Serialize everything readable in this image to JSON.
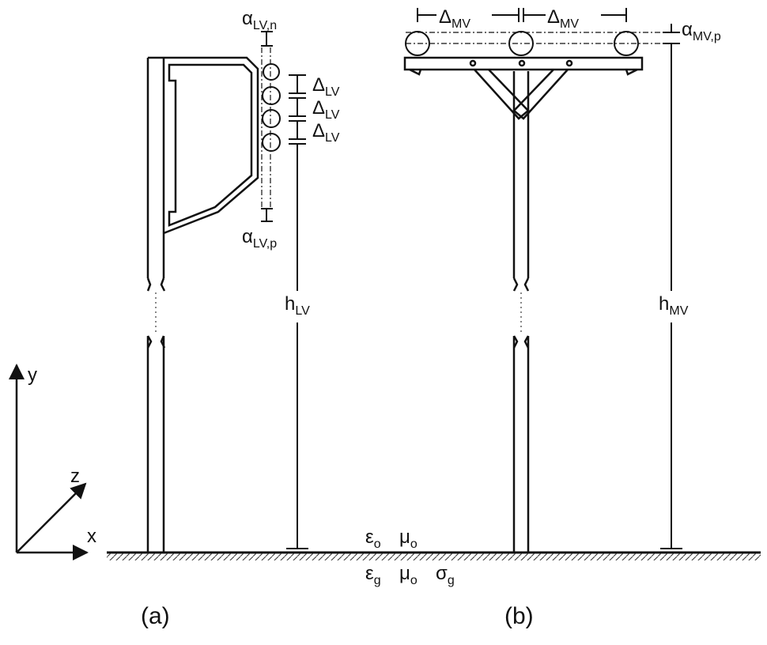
{
  "labels": {
    "alpha": "α",
    "delta": "Δ",
    "h": "h",
    "alpha_lv_n_sub": "LV,n",
    "alpha_lv_p_sub": "LV,p",
    "delta_lv_sub": "LV",
    "h_lv_sub": "LV",
    "delta_mv_sub": "MV",
    "alpha_mv_p_sub": "MV,p",
    "h_mv_sub": "MV"
  },
  "axes": {
    "y": "y",
    "z": "z",
    "x": "x"
  },
  "media": {
    "eps": "ε",
    "mu": "μ",
    "sigma": "σ",
    "air_sub": "o",
    "ground_sub": "g"
  },
  "captions": {
    "a": "(a)",
    "b": "(b)"
  },
  "colors": {
    "ink": "#111111",
    "paper": "#ffffff"
  }
}
